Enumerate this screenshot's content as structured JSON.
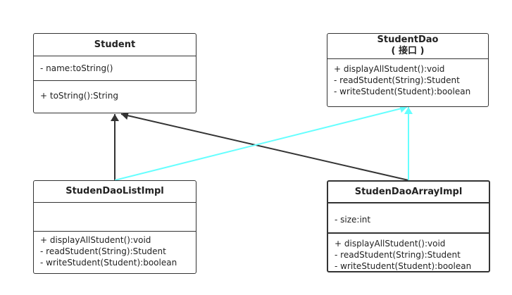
{
  "classes": {
    "student": {
      "name": "Student",
      "attributes": [
        "- name:toString()"
      ],
      "methods": [
        "+ toString():String"
      ]
    },
    "student_dao": {
      "name": "StudentDao",
      "stereotype": "( 接口 )",
      "methods": [
        "+ displayAllStudent():void",
        "- readStudent(String):Student",
        "- writeStudent(Student):boolean"
      ]
    },
    "list_impl": {
      "name": "StudenDaoListImpl",
      "attributes": [],
      "methods": [
        "+ displayAllStudent():void",
        "- readStudent(String):Student",
        "- writeStudent(Student):boolean"
      ]
    },
    "array_impl": {
      "name": "StudenDaoArrayImpl",
      "attributes": [
        "- size:int"
      ],
      "methods": [
        "+ displayAllStudent():void",
        "- readStudent(String):Student",
        "- writeStudent(Student):boolean"
      ]
    }
  },
  "relations": [
    {
      "from": "list_impl",
      "to": "student",
      "kind": "generalization"
    },
    {
      "from": "array_impl",
      "to": "student",
      "kind": "generalization"
    },
    {
      "from": "list_impl",
      "to": "student_dao",
      "kind": "realization"
    },
    {
      "from": "array_impl",
      "to": "student_dao",
      "kind": "realization"
    }
  ],
  "colors": {
    "box_border": "#333333",
    "generalization_line": "#333333",
    "realization_line": "#66ffff"
  }
}
